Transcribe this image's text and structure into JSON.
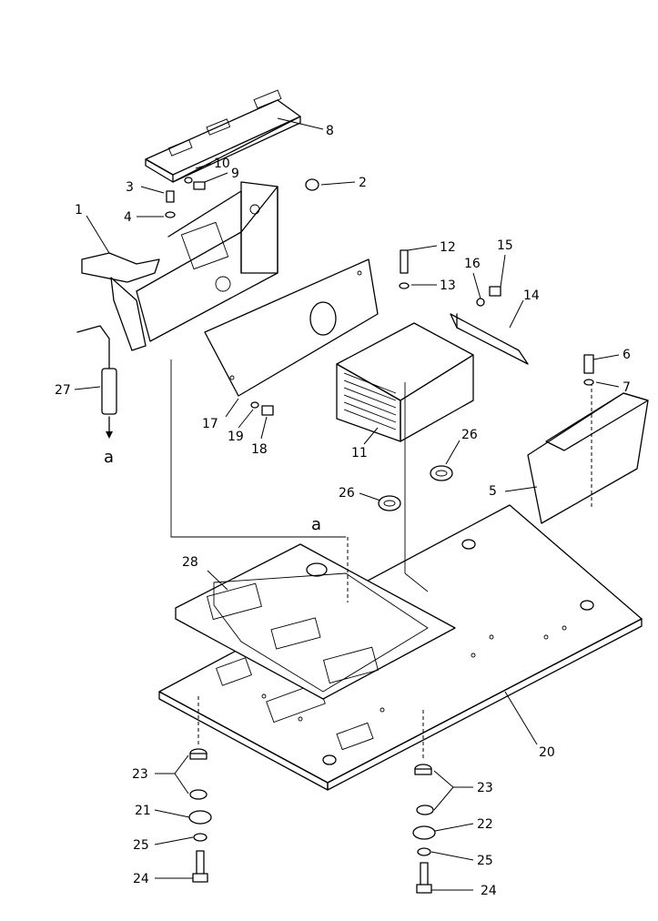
{
  "labels": {
    "p1": "1",
    "p2": "2",
    "p3": "3",
    "p4": "4",
    "p5": "5",
    "p6": "6",
    "p7": "7",
    "p8": "8",
    "p9": "9",
    "p10": "10",
    "p11": "11",
    "p12": "12",
    "p13": "13",
    "p14": "14",
    "p15": "15",
    "p16": "16",
    "p17": "17",
    "p18": "18",
    "p19": "19",
    "p20": "20",
    "p21": "21",
    "p22": "22",
    "p23a": "23",
    "p23b": "23",
    "p24a": "24",
    "p24b": "24",
    "p25a": "25",
    "p25b": "25",
    "p26a": "26",
    "p26b": "26",
    "p27": "27",
    "p28": "28",
    "ref_a1": "a",
    "ref_a2": "a"
  }
}
